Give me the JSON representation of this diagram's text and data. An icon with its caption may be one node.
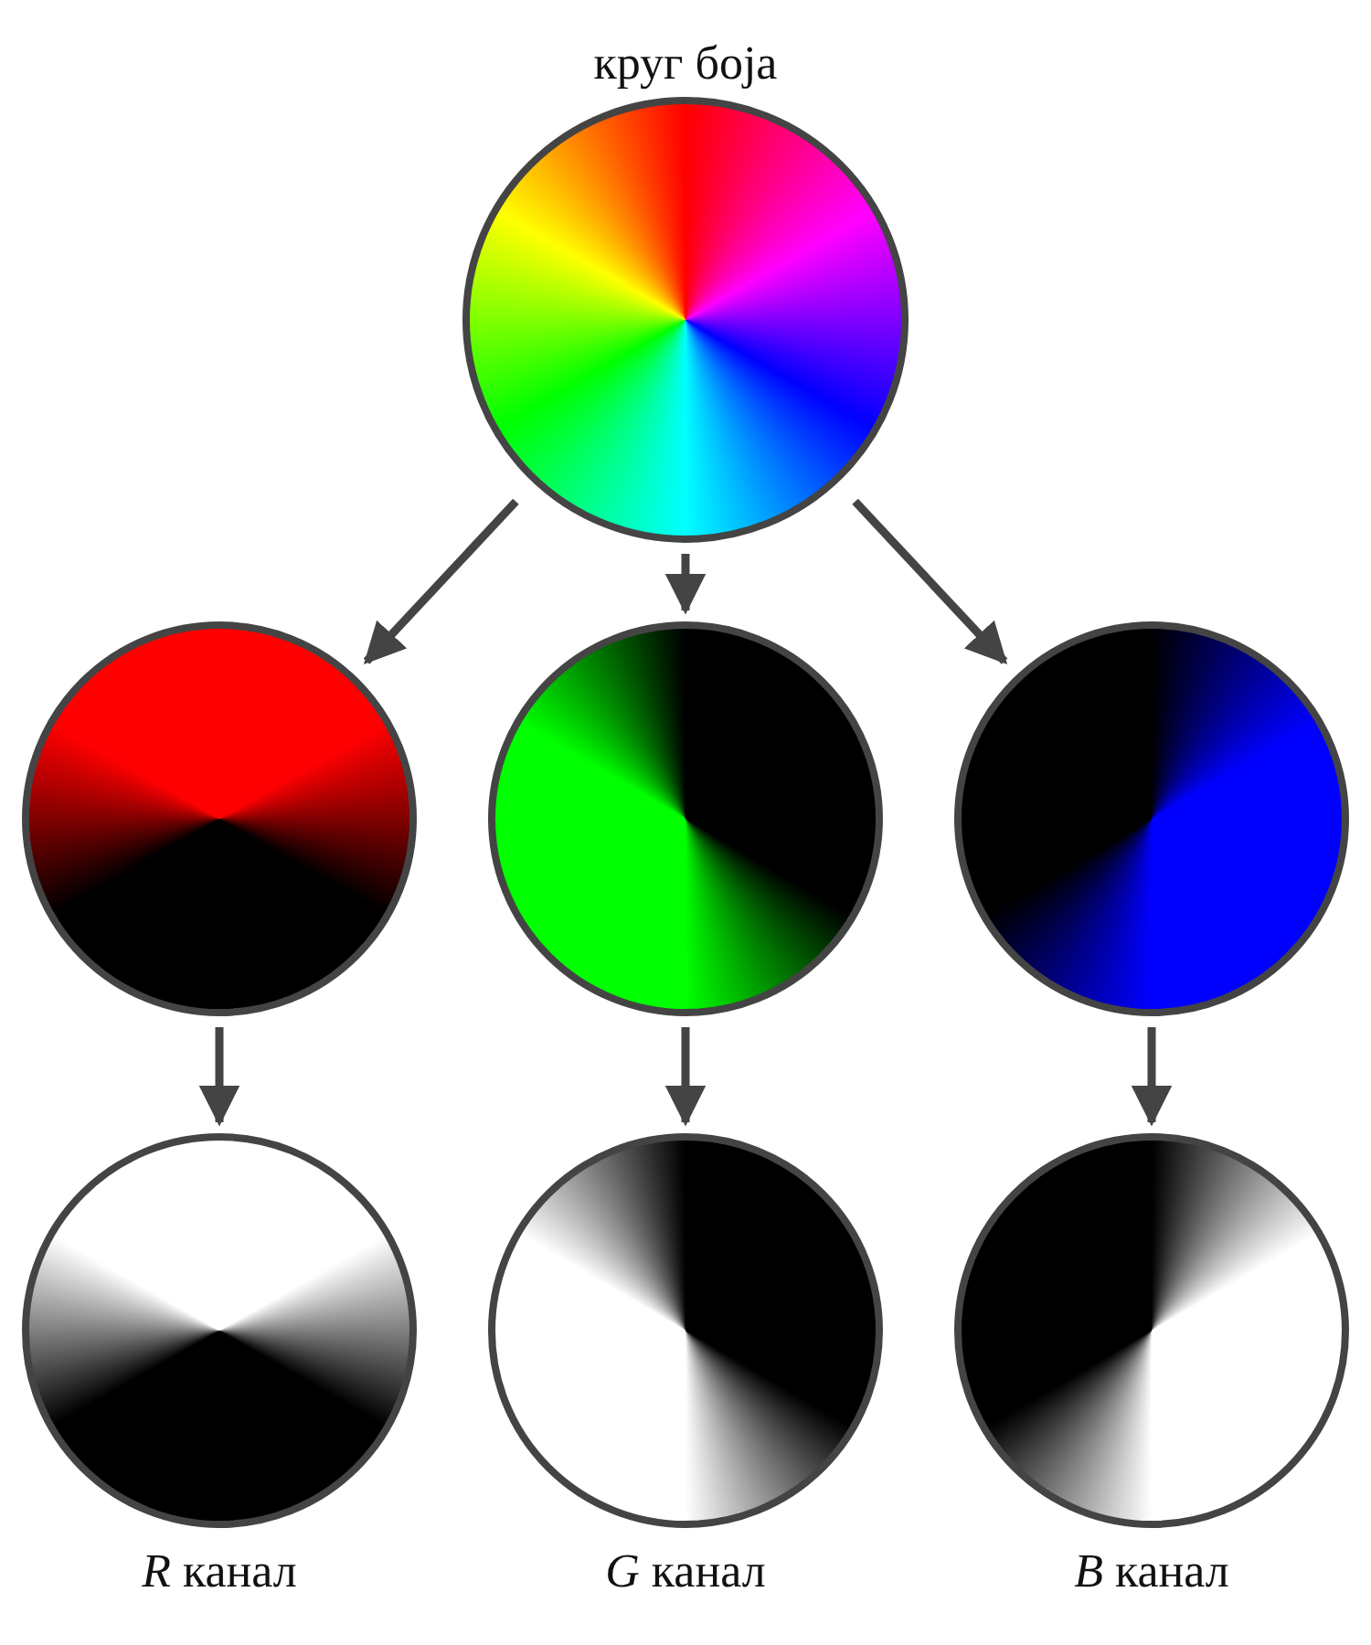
{
  "diagram": {
    "nodes": [
      {
        "text": [
          "круг боја"
        ]
      },
      {
        "text": [],
        "shape": "picture"
      },
      {
        "text": [],
        "shape": "picture"
      },
      {
        "text": [],
        "shape": "picture"
      },
      {
        "text": [
          "*R* канал"
        ]
      },
      {
        "text": [
          "*G* канал"
        ]
      },
      {
        "text": [
          "*B* канал"
        ]
      }
    ],
    "edges": [
      {
        "from": 0,
        "to": 1,
        "arrow": "to"
      },
      {
        "from": 0,
        "to": 2,
        "arrow": "to"
      },
      {
        "from": 0,
        "to": 3,
        "arrow": "to"
      },
      {
        "from": 1,
        "to": 4,
        "arrow": "to"
      },
      {
        "from": 2,
        "to": 5,
        "arrow": "to"
      },
      {
        "from": 3,
        "to": 6,
        "arrow": "to"
      }
    ]
  }
}
